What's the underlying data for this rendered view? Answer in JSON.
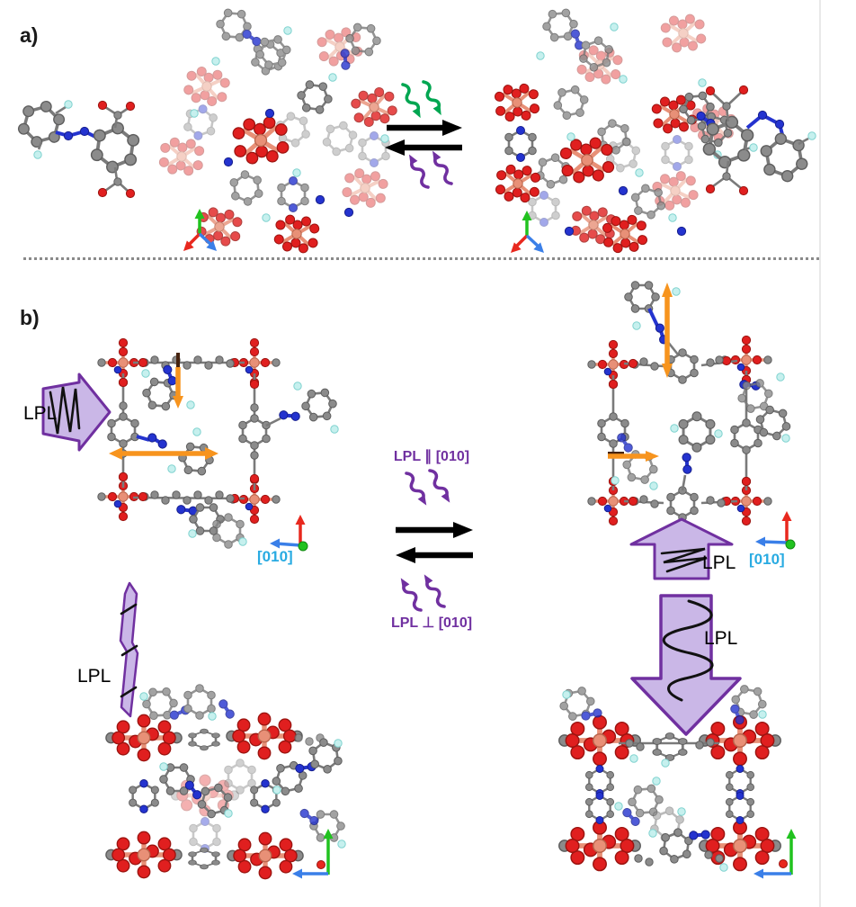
{
  "figure": {
    "panel_a": {
      "label": "a)"
    },
    "panel_b": {
      "label": "b)",
      "forward_condition": "LPL ∥ [010]",
      "reverse_condition": "LPL ⊥ [010]",
      "axis_label_left": "[010]",
      "axis_label_right": "[010]",
      "lpl_label_side": "LPL",
      "lpl_label_up": "LPL",
      "lpl_label_edge": "LPL",
      "lpl_label_down": "LPL"
    }
  },
  "icons": {
    "green_light": "green-squiggle-photon-arrows",
    "violet_light": "purple-squiggle-photon-arrows",
    "equilibrium": "forward-reverse-black-arrows",
    "lpl_polarization": "purple-block-arrow-with-wave",
    "transition_dipole": "orange-double-arrow",
    "crystal_axes": "rgb-axis-indicator"
  },
  "colors": {
    "purple": "#7030a0",
    "purple_light": "#cab7e7",
    "orange": "#f7941e",
    "green": "#00a651",
    "cyan_label": "#29abe2",
    "axis_red": "#e8281e",
    "axis_green": "#21c21f",
    "axis_blue": "#3a7fe8",
    "oxygen_red": "#e01f1f",
    "nitrogen_blue": "#2433cf",
    "fluorine_cyan": "#c6f0ee",
    "metal_salmon": "#e89077",
    "arrow_black": "#000000"
  }
}
